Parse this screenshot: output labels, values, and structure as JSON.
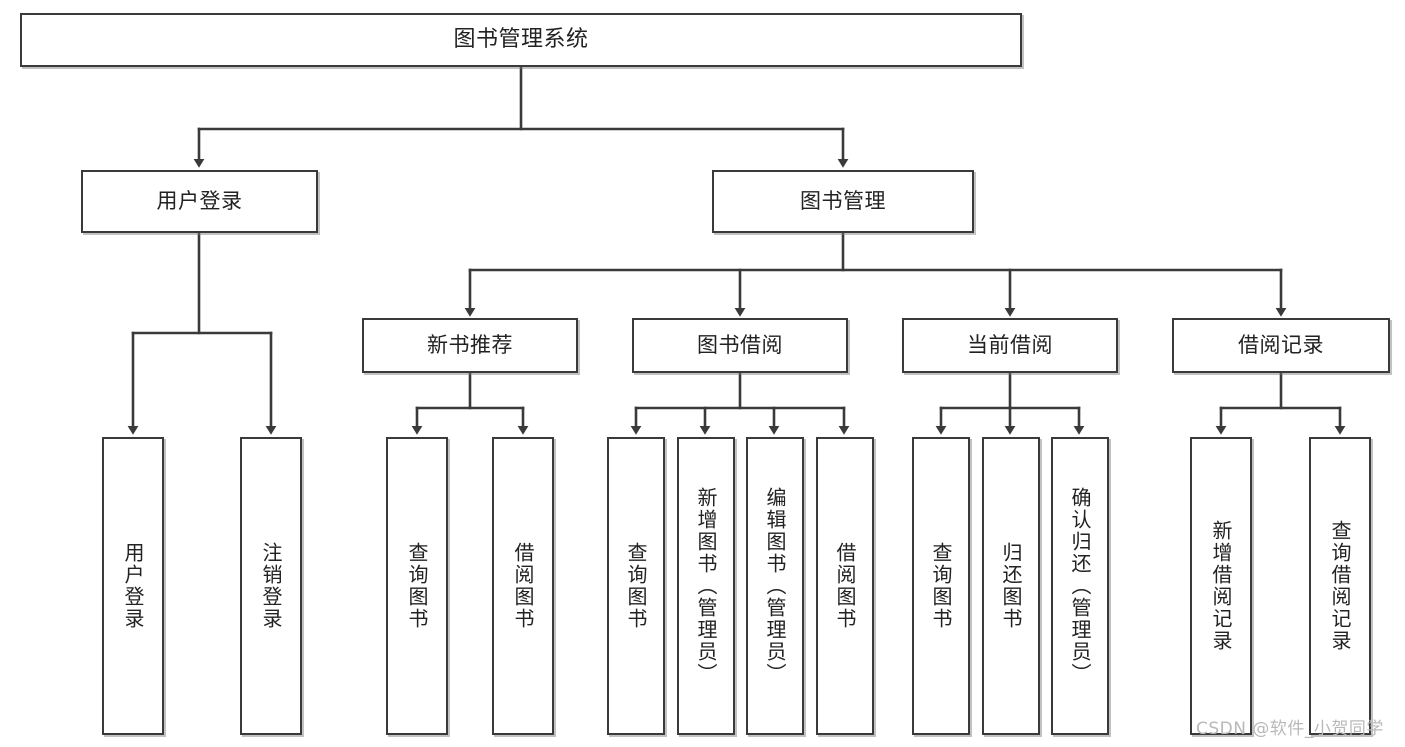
{
  "diagram": {
    "title": "图书管理系统",
    "type": "tree-hierarchy",
    "root": {
      "id": "root",
      "label": "图书管理系统"
    },
    "level1": [
      {
        "id": "user-login",
        "label": "用户登录"
      },
      {
        "id": "book-manage",
        "label": "图书管理"
      }
    ],
    "level2": [
      {
        "id": "new-book-rec",
        "label": "新书推荐",
        "parent": "book-manage"
      },
      {
        "id": "book-borrow",
        "label": "图书借阅",
        "parent": "book-manage"
      },
      {
        "id": "current-borrow",
        "label": "当前借阅",
        "parent": "book-manage"
      },
      {
        "id": "borrow-record",
        "label": "借阅记录",
        "parent": "book-manage"
      }
    ],
    "leaves": [
      {
        "id": "leaf-user-login",
        "label": "用户登录",
        "parent": "user-login"
      },
      {
        "id": "leaf-logout",
        "label": "注销登录",
        "parent": "user-login"
      },
      {
        "id": "leaf-query-book-1",
        "label": "查询图书",
        "parent": "new-book-rec"
      },
      {
        "id": "leaf-borrow-book-1",
        "label": "借阅图书",
        "parent": "new-book-rec"
      },
      {
        "id": "leaf-query-book-2",
        "label": "查询图书",
        "parent": "book-borrow"
      },
      {
        "id": "leaf-add-book",
        "label": "新增图书（管理员）",
        "parent": "book-borrow"
      },
      {
        "id": "leaf-edit-book",
        "label": "编辑图书（管理员）",
        "parent": "book-borrow"
      },
      {
        "id": "leaf-borrow-book-2",
        "label": "借阅图书",
        "parent": "book-borrow"
      },
      {
        "id": "leaf-query-book-3",
        "label": "查询图书",
        "parent": "current-borrow"
      },
      {
        "id": "leaf-return-book",
        "label": "归还图书",
        "parent": "current-borrow"
      },
      {
        "id": "leaf-confirm-return",
        "label": "确认归还（管理员）",
        "parent": "current-borrow"
      },
      {
        "id": "leaf-add-record",
        "label": "新增借阅记录",
        "parent": "borrow-record"
      },
      {
        "id": "leaf-query-record",
        "label": "查询借阅记录",
        "parent": "borrow-record"
      }
    ],
    "colors": {
      "border": "#3a3a3a",
      "background": "#ffffff",
      "text": "#222222",
      "watermark": "#b9b9b9"
    }
  },
  "watermark": {
    "text": "CSDN @软件_小贺同学"
  }
}
